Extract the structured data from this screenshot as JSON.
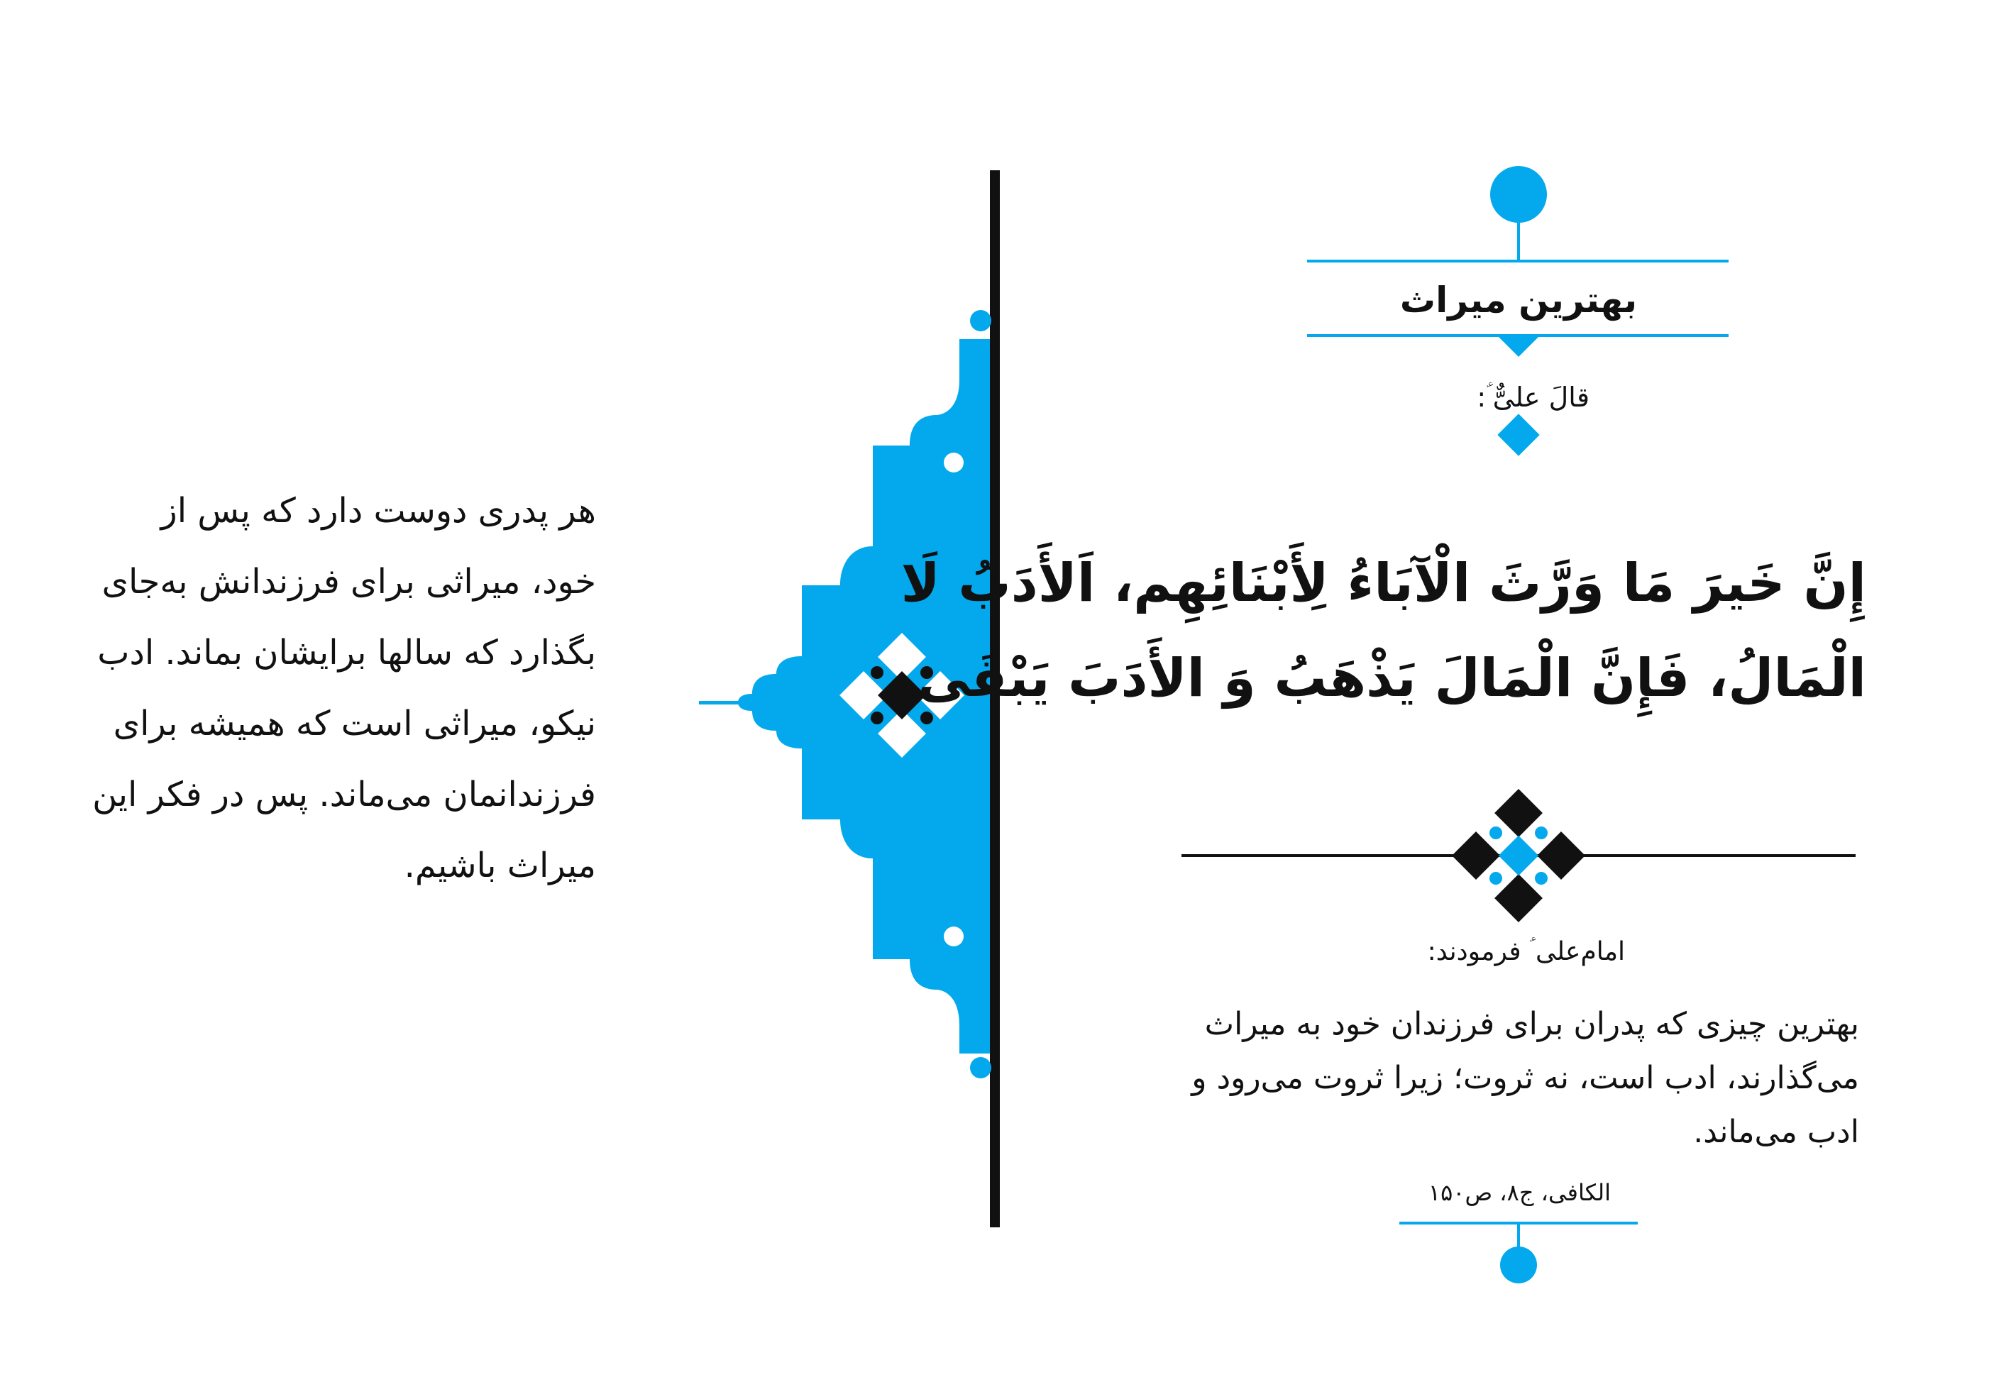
{
  "colors": {
    "accent_blue": "#03a9ec",
    "ink": "#111111",
    "background": "#ffffff"
  },
  "hadith_card": {
    "title": "بهترین میراث",
    "said_label": "قالَ علیٌّ ؑ:",
    "arabic_lines": [
      "إِنَّ خَیرَ مَا وَرَّثَ الْآبَاءُ لِأَبْنَائِهِم، اَلأَدَبُ لَا",
      "الْمَالُ، فَإِنَّ الْمَالَ یَذْهَبُ وَ الأَدَبَ یَبْقَی."
    ],
    "imam_label": "امام‌علی ؑ فرمودند:",
    "translation_lines": [
      "بهترین چیزی که پدران برای فرزندان خود به میراث",
      "می‌گذارند، ادب است، نه ثروت؛ زیرا ثروت می‌رود و",
      "ادب می‌ماند."
    ],
    "source": "الکافی، ج۸، ص۱۵۰"
  },
  "commentary_lines": [
    "هر پدری دوست دارد که پس از",
    "خود، میراثی برای فرزندانش به‌جای",
    "بگذارد که سالها برایشان بماند. ادب",
    "نیکو، میراثی است که همیشه برای",
    "فرزندانمان می‌ماند. پس در فکر این",
    "میراث باشیم."
  ]
}
